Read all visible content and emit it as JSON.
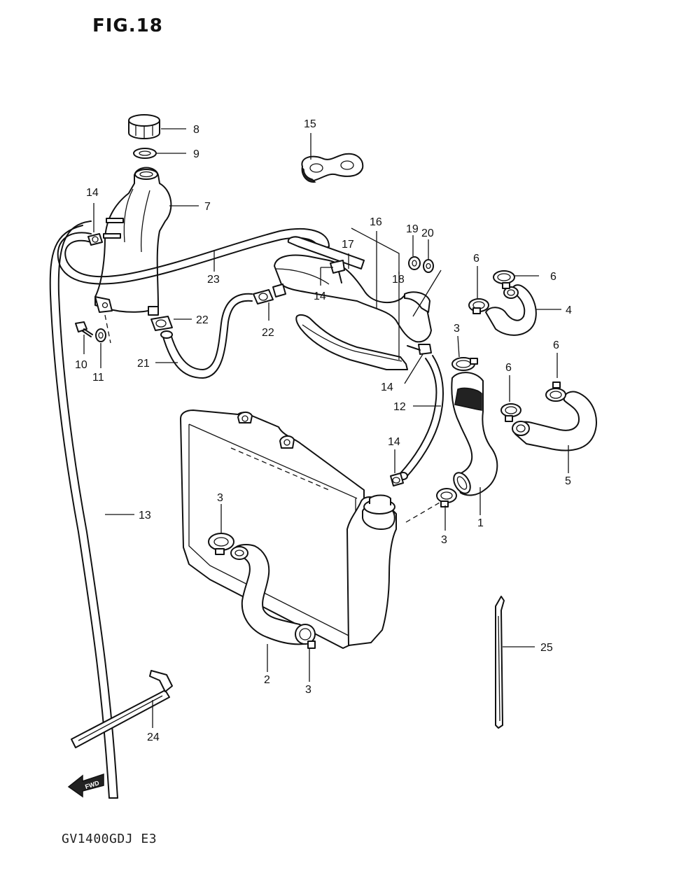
{
  "figure": {
    "title": "FIG.18",
    "model_code": "GV1400GDJ E3",
    "fwd_marker": "FWD"
  },
  "callouts": {
    "c1": "1",
    "c2": "2",
    "c3a": "3",
    "c3b": "3",
    "c3c": "3",
    "c3d": "3",
    "c4": "4",
    "c5": "5",
    "c6a": "6",
    "c6b": "6",
    "c6c": "6",
    "c6d": "6",
    "c7": "7",
    "c8": "8",
    "c9": "9",
    "c10": "10",
    "c11": "11",
    "c12": "12",
    "c13": "13",
    "c14a": "14",
    "c14b": "14",
    "c14c": "14",
    "c14d": "14",
    "c15": "15",
    "c16": "16",
    "c17": "17",
    "c18": "18",
    "c19": "19",
    "c20": "20",
    "c21": "21",
    "c22a": "22",
    "c22b": "22",
    "c23": "23",
    "c24": "24",
    "c25": "25"
  }
}
